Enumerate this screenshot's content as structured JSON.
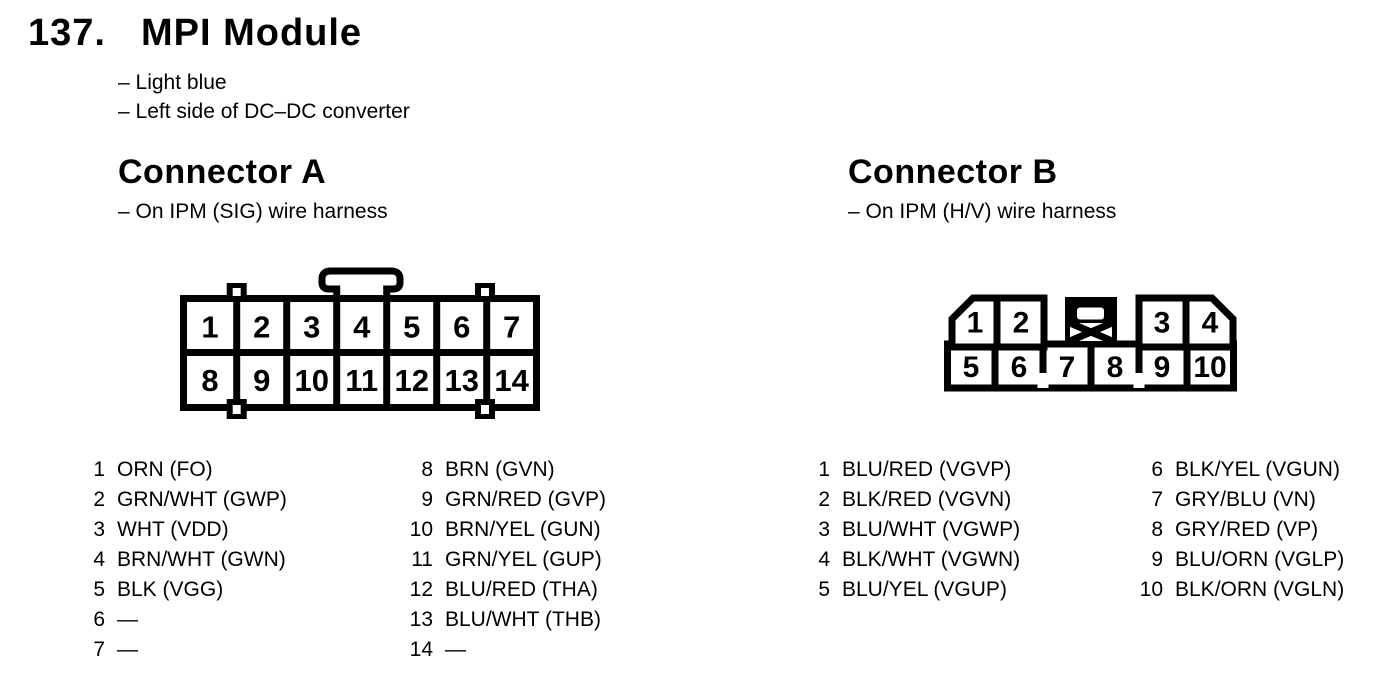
{
  "page": {
    "number": "137.",
    "title": "MPI Module",
    "notes": [
      "– Light blue",
      "– Left side of DC–DC converter"
    ]
  },
  "connector_a": {
    "heading": "Connector A",
    "note": "– On IPM (SIG) wire harness",
    "pins_row1": [
      "1",
      "2",
      "3",
      "4",
      "5",
      "6",
      "7"
    ],
    "pins_row2": [
      "8",
      "9",
      "10",
      "11",
      "12",
      "13",
      "14"
    ],
    "list_left": [
      {
        "pin": "1",
        "label": "ORN (FO)"
      },
      {
        "pin": "2",
        "label": "GRN/WHT (GWP)"
      },
      {
        "pin": "3",
        "label": "WHT (VDD)"
      },
      {
        "pin": "4",
        "label": "BRN/WHT (GWN)"
      },
      {
        "pin": "5",
        "label": "BLK (VGG)"
      },
      {
        "pin": "6",
        "label": "—"
      },
      {
        "pin": "7",
        "label": "—"
      }
    ],
    "list_right": [
      {
        "pin": "8",
        "label": "BRN (GVN)"
      },
      {
        "pin": "9",
        "label": "GRN/RED (GVP)"
      },
      {
        "pin": "10",
        "label": "BRN/YEL (GUN)"
      },
      {
        "pin": "11",
        "label": "GRN/YEL (GUP)"
      },
      {
        "pin": "12",
        "label": "BLU/RED (THA)"
      },
      {
        "pin": "13",
        "label": "BLU/WHT (THB)"
      },
      {
        "pin": "14",
        "label": "—"
      }
    ]
  },
  "connector_b": {
    "heading": "Connector B",
    "note": "– On IPM (H/V) wire harness",
    "pins_row1": [
      "1",
      "2",
      "3",
      "4"
    ],
    "pins_row2": [
      "5",
      "6",
      "7",
      "8",
      "9",
      "10"
    ],
    "list_left": [
      {
        "pin": "1",
        "label": "BLU/RED (VGVP)"
      },
      {
        "pin": "2",
        "label": "BLK/RED (VGVN)"
      },
      {
        "pin": "3",
        "label": "BLU/WHT (VGWP)"
      },
      {
        "pin": "4",
        "label": "BLK/WHT (VGWN)"
      },
      {
        "pin": "5",
        "label": "BLU/YEL (VGUP)"
      }
    ],
    "list_right": [
      {
        "pin": "6",
        "label": "BLK/YEL (VGUN)"
      },
      {
        "pin": "7",
        "label": "GRY/BLU (VN)"
      },
      {
        "pin": "8",
        "label": "GRY/RED (VP)"
      },
      {
        "pin": "9",
        "label": "BLU/ORN (VGLP)"
      },
      {
        "pin": "10",
        "label": "BLK/ORN (VGLN)"
      }
    ]
  },
  "colors": {
    "ink": "#000000",
    "paper": "#ffffff"
  }
}
